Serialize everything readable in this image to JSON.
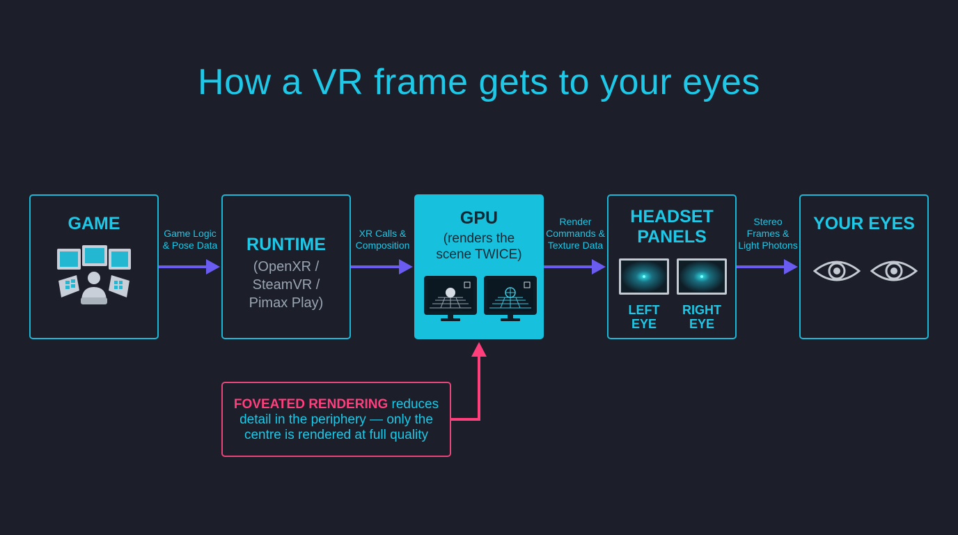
{
  "title": "How a VR frame gets to your eyes",
  "stages": {
    "game": {
      "title": "GAME"
    },
    "runtime": {
      "title": "RUNTIME",
      "subtitle_lines": [
        "(OpenXR /",
        "SteamVR /",
        "Pimax Play)"
      ]
    },
    "gpu": {
      "title": "GPU",
      "subtitle_lines": [
        "(renders the",
        "scene TWICE)"
      ]
    },
    "headset": {
      "title_lines": [
        "HEADSET",
        "PANELS"
      ],
      "left_eye_lines": [
        "LEFT",
        "EYE"
      ],
      "right_eye_lines": [
        "RIGHT",
        "EYE"
      ]
    },
    "eyes": {
      "title": "YOUR EYES"
    }
  },
  "edges": [
    {
      "lines": [
        "Game Logic",
        "& Pose Data"
      ]
    },
    {
      "lines": [
        "XR Calls &",
        "Composition"
      ]
    },
    {
      "lines": [
        "Render",
        "Commands &",
        "Texture Data"
      ]
    },
    {
      "lines": [
        "Stereo",
        "Frames &",
        "Light Photons"
      ]
    }
  ],
  "callout": {
    "highlight": "FOVEATED RENDERING",
    "text_line1": " reduces",
    "text_line2": "detail in the periphery — only the",
    "text_line3": "centre is rendered at full quality"
  },
  "colors": {
    "background": "#1c1e2a",
    "accent": "#1ec8e6",
    "arrow": "#6a5cf0",
    "callout": "#ff3f7c",
    "gpu_fill": "#17c0dc"
  }
}
